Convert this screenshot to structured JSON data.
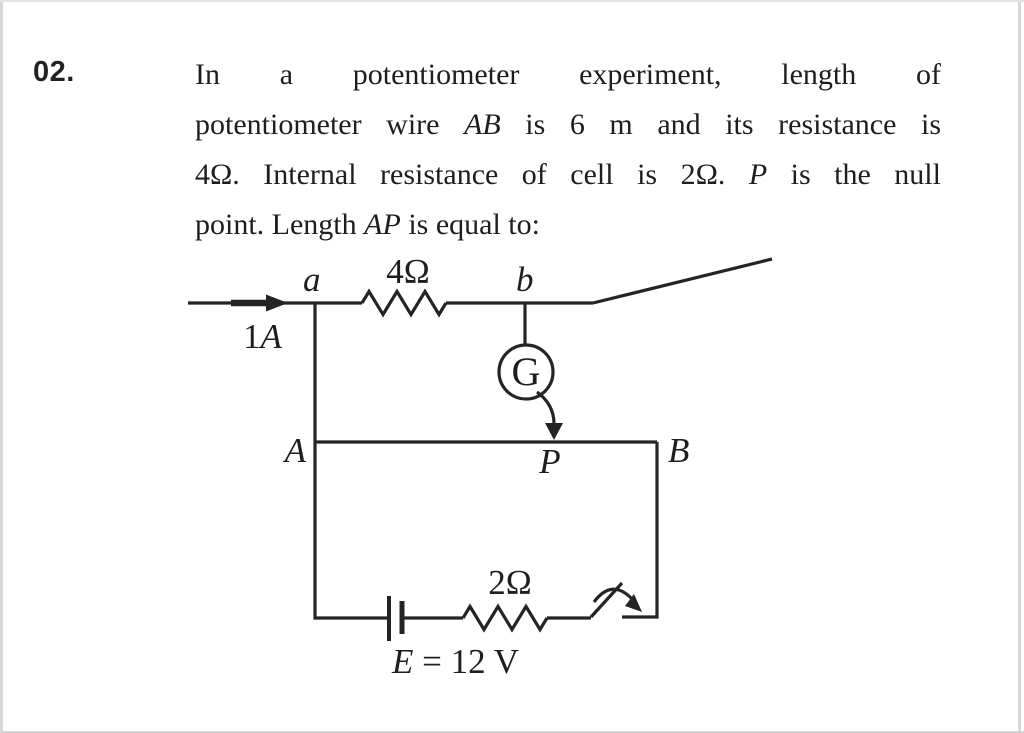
{
  "page": {
    "background": "#ffffff",
    "edge_color": "#d8d8d8",
    "ink_color": "#242424"
  },
  "question": {
    "number": "02.",
    "lines": [
      {
        "seg1": "In a potentiometer experiment, length of"
      },
      {
        "seg1": "potentiometer wire ",
        "var1": "AB",
        "seg2": " is 6 m and its resistance is"
      },
      {
        "seg1": "4Ω. Internal resistance of cell is 2Ω. ",
        "var1": "P",
        "seg2": " is the null"
      },
      {
        "seg1": "point. Length ",
        "var1": "AP",
        "seg2": " is equal to:"
      }
    ]
  },
  "circuit": {
    "current_value": "1",
    "current_var": "A",
    "node_a": "a",
    "node_b": "b",
    "top_resistor": "4Ω",
    "galvanometer": "G",
    "node_left": "A",
    "node_right": "B",
    "null_point": "P",
    "bottom_resistor": "2Ω",
    "emf_var": "E",
    "emf_rest": " = 12 V"
  }
}
